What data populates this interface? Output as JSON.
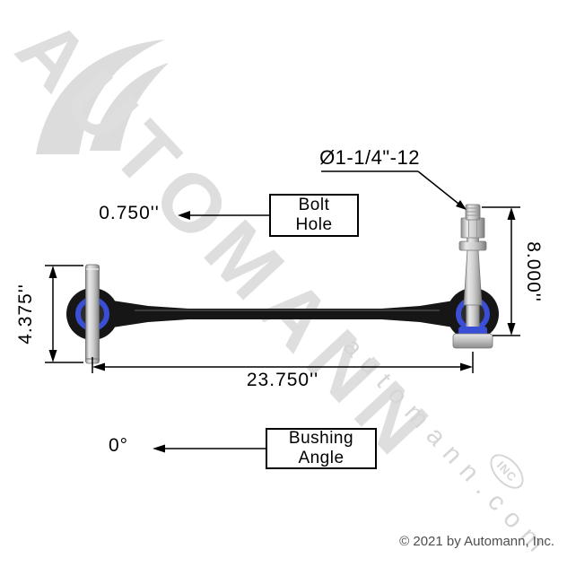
{
  "watermark": {
    "brand": "AUTOMANN",
    "domain": "automann.com",
    "inc": "INC"
  },
  "labels": {
    "thread_spec": "Ø1-1/4\"-12",
    "bolt_hole_offset": "0.750''",
    "stud_height": "8.000''",
    "assembly_height": "4.375''",
    "center_to_center": "23.750''",
    "bushing_angle_value": "0°"
  },
  "callouts": {
    "bolt_hole_line1": "Bolt",
    "bolt_hole_line2": "Hole",
    "bushing_angle_line1": "Bushing",
    "bushing_angle_line2": "Angle"
  },
  "footer": {
    "copyright": "© 2021 by Automann, Inc."
  },
  "colors": {
    "bushing_blue": "#3a4fd6",
    "rod_black": "#161616",
    "metal_gray": "#c9c9c9",
    "watermark_gray": "#dcdcdc"
  }
}
